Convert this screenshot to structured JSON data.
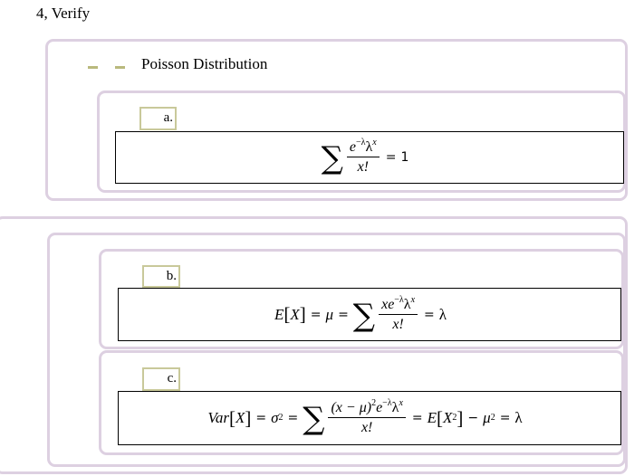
{
  "page": {
    "title": "4, Verify",
    "section_heading": "Poisson Distribution",
    "colors": {
      "frame_border": "#ddd0e1",
      "dash": "#b9b97d",
      "label_border": "#c9c99a",
      "formula_border": "#000000"
    }
  },
  "items": [
    {
      "label": "a.",
      "formula_text": "∑ e^(−λ) λ^x / x! = 1",
      "parts": {
        "sum": "∑",
        "num_e": "e",
        "num_exp": "−λ",
        "num_lambda": "λ",
        "num_x": "x",
        "den": "x!",
        "eq": "=",
        "rhs": "1"
      }
    },
    {
      "label": "b.",
      "formula_text": "E[X] = μ = ∑ x e^(−λ) λ^x / x! = λ",
      "parts": {
        "E": "E",
        "lb": "[",
        "X": "X",
        "rb": "]",
        "eq1": "=",
        "mu": "μ",
        "eq2": "=",
        "sum": "∑",
        "num_x": "x",
        "num_e": "e",
        "num_exp": "−λ",
        "num_lambda": "λ",
        "num_sup": "x",
        "den": "x!",
        "eq3": "=",
        "rhs": "λ"
      }
    },
    {
      "label": "c.",
      "formula_text": "Var[X] = σ² = ∑ (x − μ)² e^(−λ) λ^x / x! = E[X²] − μ² = λ",
      "parts": {
        "Var": "Var",
        "lb": "[",
        "X": "X",
        "rb": "]",
        "eq1": "=",
        "sigma": "σ",
        "sq": "2",
        "eq2": "=",
        "sum": "∑",
        "num_paren": "(x − μ)",
        "num_sq": "2",
        "num_e": "e",
        "num_exp": "−λ",
        "num_lambda": "λ",
        "num_sup": "x",
        "den": "x!",
        "eq3": "=",
        "E": "E",
        "lb2": "[",
        "X2": "X",
        "X2sup": "2",
        "rb2": "]",
        "minus": "−",
        "mu": "μ",
        "musup": "2",
        "eq4": "=",
        "rhs": "λ"
      }
    }
  ]
}
